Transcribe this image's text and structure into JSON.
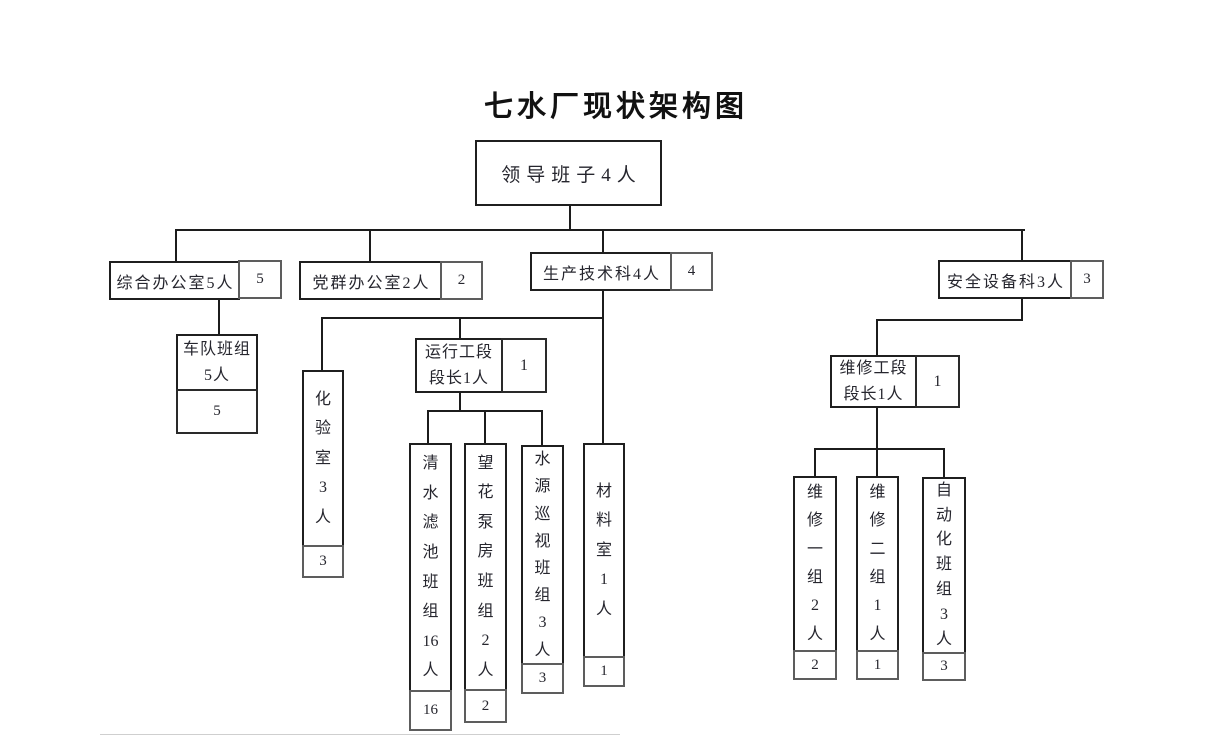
{
  "title": "七水厂现状架构图",
  "nodes": {
    "lingdao": {
      "label": "领导班子4人"
    },
    "zonghe": {
      "label": "综合办公室5人",
      "count": "5"
    },
    "dangqun": {
      "label": "党群办公室2人",
      "count": "2"
    },
    "shengchan": {
      "label": "生产技术科4人",
      "count": "4"
    },
    "anquan": {
      "label": "安全设备科3人",
      "count": "3"
    },
    "chedui": {
      "label": "车队班组\n5人",
      "count": "5"
    },
    "huayan": {
      "label": "化\n验\n室\n3\n人",
      "count": "3"
    },
    "yunxing": {
      "label": "运行工段\n段长1人",
      "count": "1"
    },
    "qingshui": {
      "label": "清\n水\n滤\n池\n班\n组\n16\n人",
      "count": "16"
    },
    "wanghua": {
      "label": "望\n花\n泵\n房\n班\n组\n2\n人",
      "count": "2"
    },
    "shuiyuan": {
      "label": "水\n源\n巡\n视\n班\n组\n3\n人",
      "count": "3"
    },
    "cailiao": {
      "label": "材\n料\n室\n1\n人",
      "count": "1"
    },
    "weixiuduan": {
      "label": "维修工段\n段长1人",
      "count": "1"
    },
    "weixiu1": {
      "label": "维\n修\n一\n组\n2\n人",
      "count": "2"
    },
    "weixiu2": {
      "label": "维\n修\n二\n组\n1\n人",
      "count": "1"
    },
    "zidonghua": {
      "label": "自\n动\n化\n班\n组\n3\n人",
      "count": "3"
    }
  }
}
